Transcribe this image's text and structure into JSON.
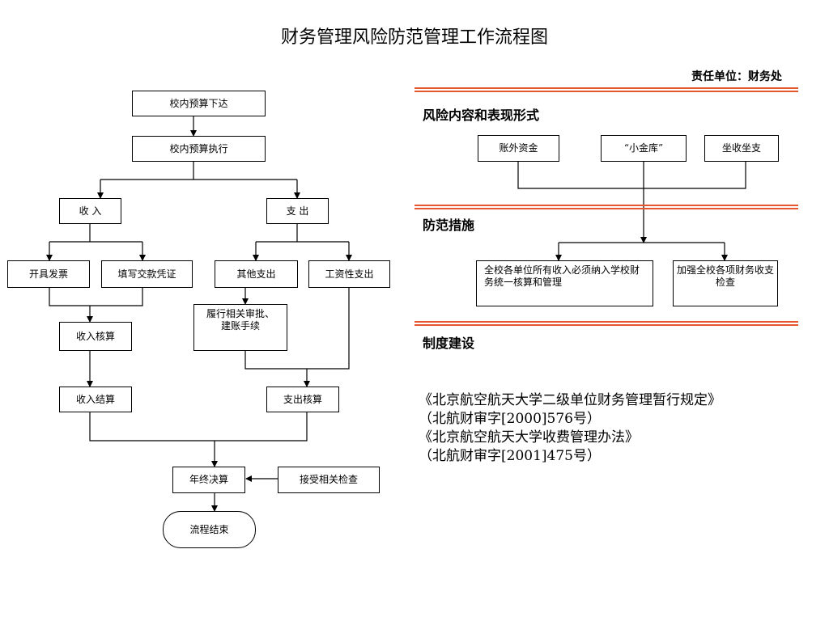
{
  "title": "财务管理风险防范管理工作流程图",
  "owner": "责任单位：财务处",
  "flow": {
    "budget_issue": "校内预算下达",
    "budget_exec": "校内预算执行",
    "income": "收 入",
    "expense": "支 出",
    "invoice": "开具发票",
    "voucher": "填写交款凭证",
    "other_expense": "其他支出",
    "salary_expense": "工资性支出",
    "approval": "履行相关审批、建账手续",
    "income_account": "收入核算",
    "income_settle": "收入结算",
    "expense_account": "支出核算",
    "year_end": "年终决算",
    "inspection": "接受相关检查",
    "end": "流程结束"
  },
  "risk": {
    "heading": "风险内容和表现形式",
    "items": [
      "账外资金",
      "“小金库”",
      "坐收坐支"
    ]
  },
  "prevention": {
    "heading": "防范措施",
    "items": [
      "全校各单位所有收入必须纳入学校财务统一核算和管理",
      "加强全校各项财务收支检查"
    ]
  },
  "system": {
    "heading": "制度建设",
    "lines": [
      "《北京航空航天大学二级单位财务管理暂行规定》",
      "（北航财审字[2000]576号）",
      "《北京航空航天大学收费管理办法》",
      "（北航财审字[2001]475号）"
    ]
  }
}
